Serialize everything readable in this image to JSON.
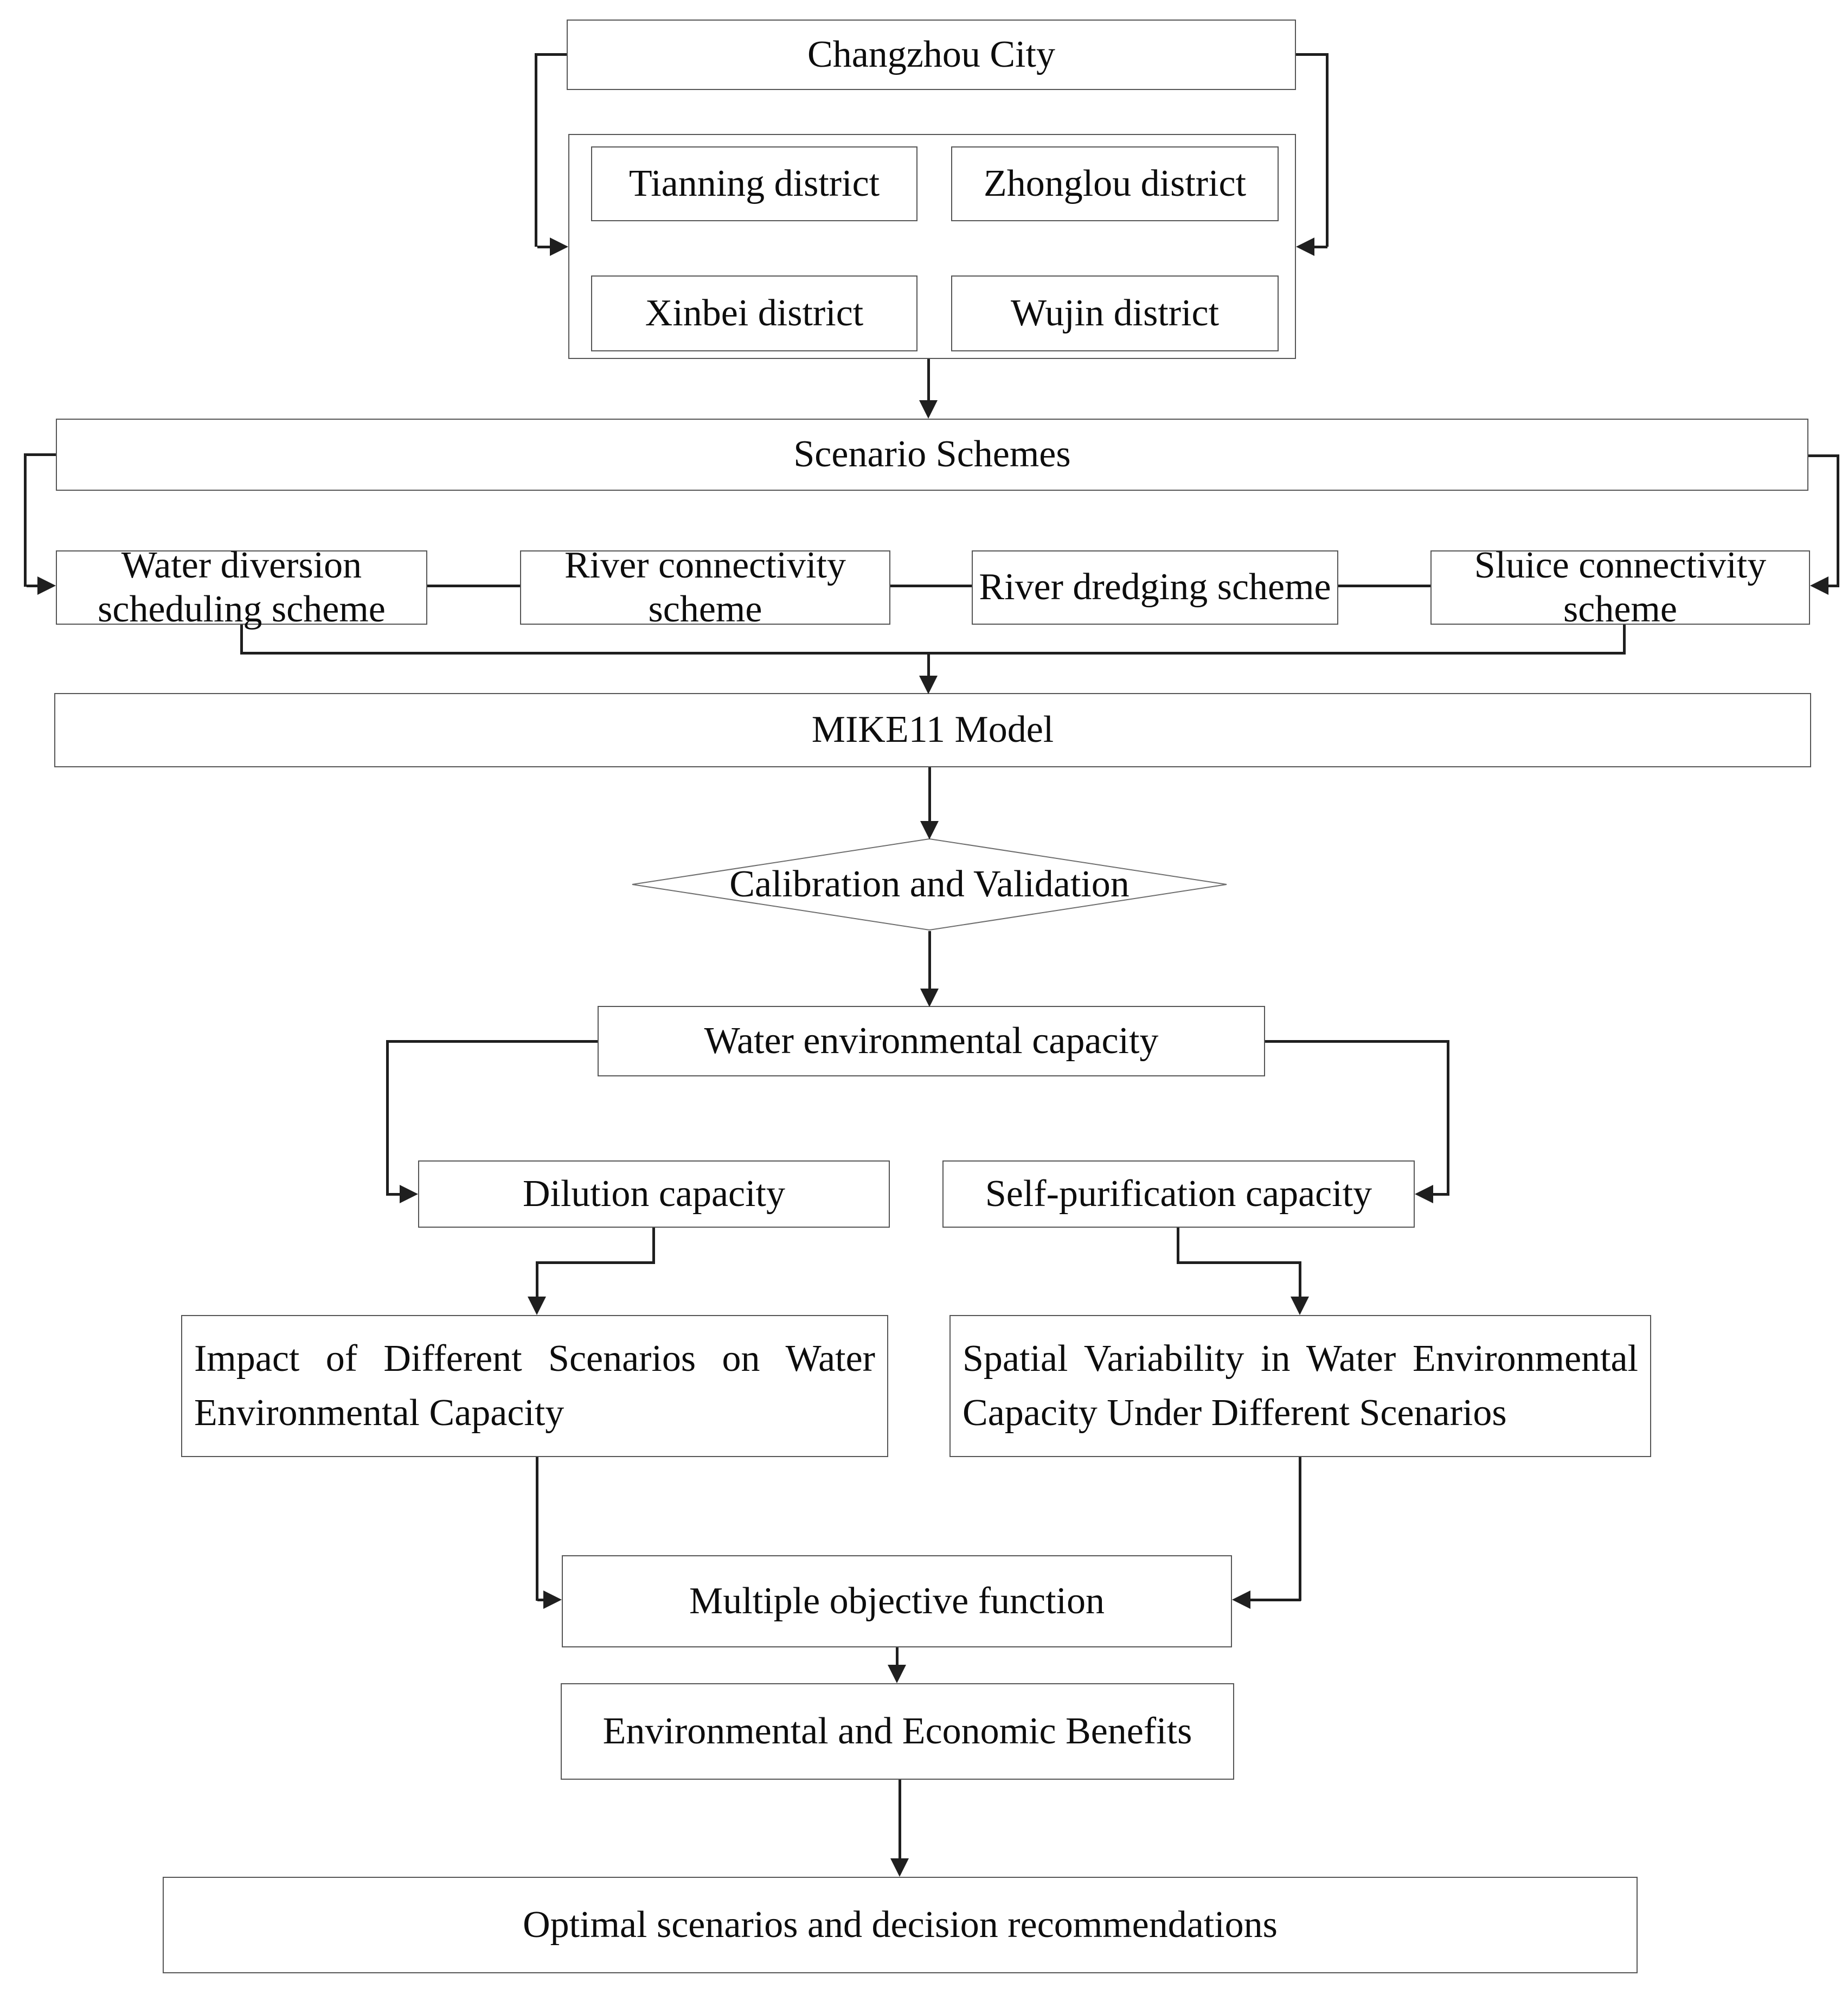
{
  "flowchart": {
    "top": {
      "city": "Changzhou City",
      "districts": [
        "Tianning district",
        "Zhonglou district",
        "Xinbei district",
        "Wujin district"
      ]
    },
    "scenario": {
      "title": "Scenario Schemes",
      "schemes": [
        {
          "line1": "Water diversion",
          "line2": "scheduling scheme"
        },
        {
          "line1": "River connectivity",
          "line2": "scheme"
        },
        {
          "line1": "River dredging scheme",
          "line2": ""
        },
        {
          "line1": "Sluice connectivity",
          "line2": "scheme"
        }
      ]
    },
    "model": "MIKE11 Model",
    "decision": "Calibration and Validation",
    "capacity": {
      "main": "Water environmental capacity",
      "branches": [
        "Dilution capacity",
        "Self-purification capacity"
      ]
    },
    "analysis": [
      {
        "line1": "Impact of Different Scenarios on Water",
        "line2": "Environmental Capacity"
      },
      {
        "line1": "Spatial Variability in Water Environmental",
        "line2": "Capacity Under Different Scenarios"
      }
    ],
    "objective": "Multiple objective function",
    "benefits": "Environmental and Economic Benefits",
    "outcome": "Optimal scenarios and decision recommendations"
  },
  "colors": {
    "line": "#1f1f1f",
    "border": "#565656",
    "text": "#0d0d0d",
    "background": "#ffffff"
  }
}
